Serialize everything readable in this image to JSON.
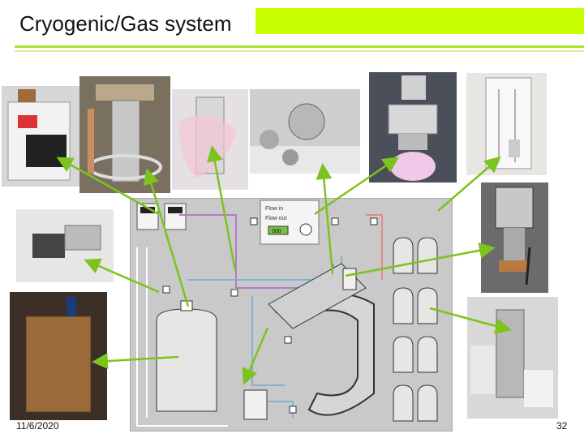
{
  "header": {
    "title": "Cryogenic/Gas system"
  },
  "footer": {
    "date": "11/6/2020",
    "page_number": "32"
  },
  "diagram": {
    "flow_meter_in_label": "Flow in",
    "flow_meter_out_label": "Flow out",
    "display_readout": "000"
  },
  "colors": {
    "accent_green": "#c8ff00",
    "arrow_green": "#7dc31e",
    "pipe_purple": "#b07ac8",
    "pipe_blue": "#7fb4d8",
    "pipe_red": "#e58a8a"
  }
}
